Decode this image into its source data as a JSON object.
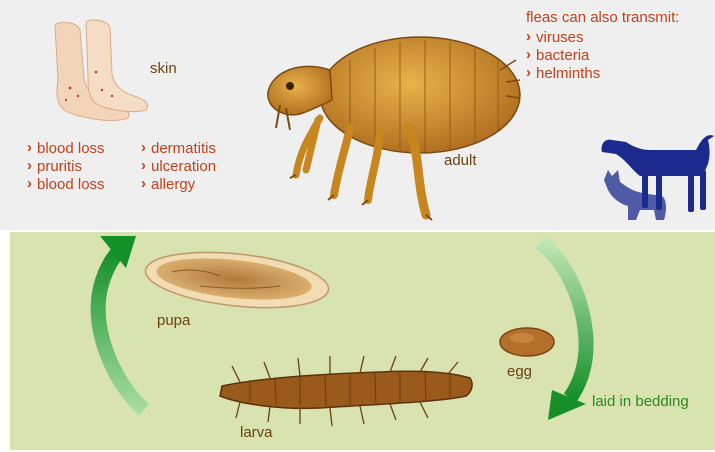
{
  "labels": {
    "skin": "skin",
    "adult": "adult",
    "pupa": "pupa",
    "egg": "egg",
    "larva": "larva",
    "laid_in_bedding": "laid in bedding"
  },
  "symptoms_left": [
    "blood loss",
    "pruritis",
    "blood loss"
  ],
  "symptoms_right": [
    "dermatitis",
    "ulceration",
    "allergy"
  ],
  "transmit": {
    "heading": "fleas can also transmit:",
    "items": [
      "viruses",
      "bacteria",
      "helminths"
    ]
  },
  "colors": {
    "top_background": "#efefef",
    "bottom_background": "#d8e3b0",
    "symptom_text": "#c0421b",
    "stage_label": "#6b4210",
    "arrow_green": "#1f8f2a",
    "animal_silhouette": "#1b2a8c",
    "flea_body": "#c9871f"
  },
  "icons": [
    "feet-illustration",
    "adult-flea-illustration",
    "dog-cat-silhouette-icon",
    "pupa-illustration",
    "egg-illustration",
    "larva-illustration",
    "cycle-arrow-icon"
  ]
}
